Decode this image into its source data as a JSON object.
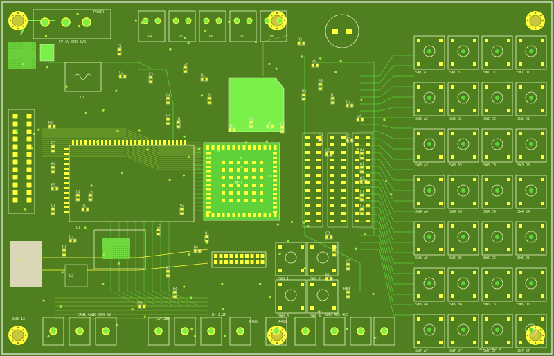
{
  "board": {
    "colors": {
      "board": "#4f7f1f",
      "board_dark": "#3d6a14",
      "copper": "#5fd23a",
      "copper_bright": "#7cf04a",
      "pad": "#ffff3a",
      "silk": "#e8f5c0",
      "trace_top": "#9ccf3a",
      "frame": "#cfd8c8"
    },
    "labels": {
      "power": "POWER",
      "power_rail": "5V 3V GND 5VD",
      "reg": "L1",
      "u1": "U1",
      "u2": "U2",
      "mcu": "MCU",
      "can_conn": "CAN1 CAN0 GND 5V",
      "sensor_conn": "5V GND",
      "relay_conn": "B~ 2.2M",
      "b485": "B485",
      "a485": "A485",
      "rs485_conn": "GND 485 485",
      "p_label": "P2",
      "corner_right": "SW3 3 SW2 4",
      "bottom_left": "SW3 12",
      "rsb": "R5B"
    },
    "switch_rows": [
      [
        "SW1 A1",
        "SW1 B1",
        "SW1 C1",
        "SW1 D1"
      ],
      [
        "SW2 A2",
        "SW2 B2",
        "SW2 C2",
        "SW2 D2"
      ],
      [
        "SW3 A3",
        "SW3 B3",
        "SW3 C3",
        "SW3 D3"
      ],
      [
        "SW4 A4",
        "SW4 B4",
        "SW4 C4",
        "SW4 D4"
      ],
      [
        "SW5 A5",
        "SW5 B5",
        "SW5 C5",
        "SW5 D5"
      ],
      [
        "SW6 A6",
        "SW6 B6",
        "SW6 C6",
        "SW6 D6"
      ],
      [
        "SW7 A7",
        "SW7 B7",
        "SW7 C7",
        "SW7 D7"
      ]
    ],
    "mid_switches": [
      "SW8 1",
      "SW8 2",
      "SW8 3",
      "SW8 4"
    ],
    "top_connectors": [
      "P4",
      "P5",
      "P6",
      "P7",
      "P8"
    ],
    "refs": [
      "C1",
      "C2",
      "C3",
      "C4",
      "C5",
      "R1",
      "R2",
      "R3",
      "R4",
      "R5",
      "D1",
      "D2",
      "L2",
      "U3",
      "U4",
      "Q1",
      "Q2"
    ]
  }
}
